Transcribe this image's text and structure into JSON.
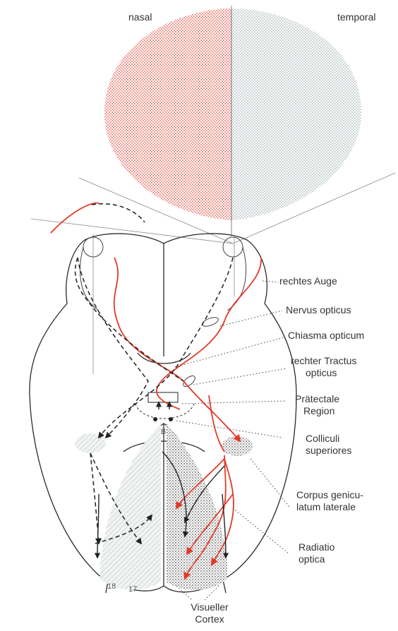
{
  "visual_field": {
    "nasal_label": "nasal",
    "temporal_label": "temporal",
    "nasal_color": "#e8564a",
    "temporal_color": "#9aa8a8"
  },
  "labels": {
    "right_eye": "rechtes Auge",
    "optic_nerve": "Nervus opticus",
    "chiasm": "Chiasma opticum",
    "right_tract_line1": "rechter Tractus",
    "right_tract_line2": "opticus",
    "pretectal_line1": "Prätectale",
    "pretectal_line2": "Region",
    "colliculi_line1": "Colliculi",
    "colliculi_line2": "superiores",
    "lgn_line1": "Corpus genicu-",
    "lgn_line2": "latum laterale",
    "radiation_line1": "Radiatio",
    "radiation_line2": "optica",
    "cortex_line1": "Visueller",
    "cortex_line2": "Cortex",
    "area_18": "18",
    "area_17": "17",
    "marker_b": "B"
  },
  "colors": {
    "pathway_red": "#e23a2a",
    "outline": "#2a2a2a"
  }
}
